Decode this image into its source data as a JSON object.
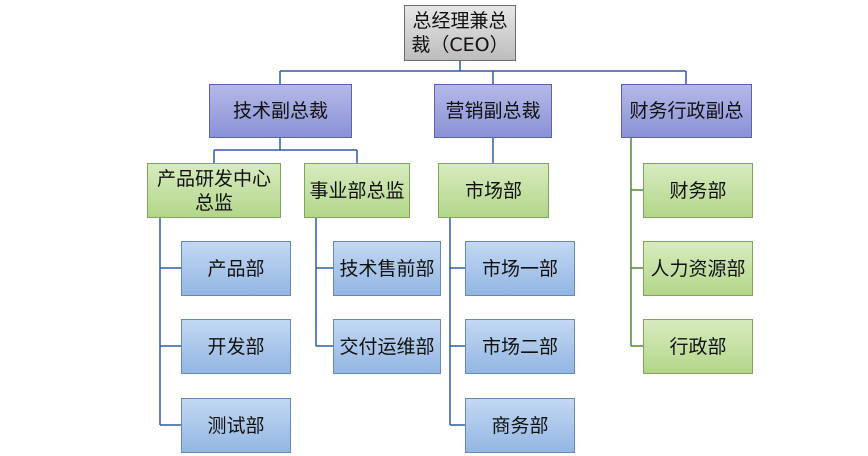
{
  "ceo": {
    "label_line1": "总经理兼总",
    "label_line2": "裁（CEO）"
  },
  "vp_tech": "技术副总裁",
  "vp_marketing": "营销副总裁",
  "vp_finance": "财务行政副总",
  "rnd": {
    "label_line1": "产品研发中心",
    "label_line2": "总监"
  },
  "business": "事业部总监",
  "market": "市场部",
  "rnd_depts": [
    "产品部",
    "开发部",
    "测试部"
  ],
  "business_depts": [
    "技术售前部",
    "交付运维部"
  ],
  "market_depts": [
    "市场一部",
    "市场二部",
    "商务部"
  ],
  "finance_depts": [
    "财务部",
    "人力资源部",
    "行政部"
  ]
}
